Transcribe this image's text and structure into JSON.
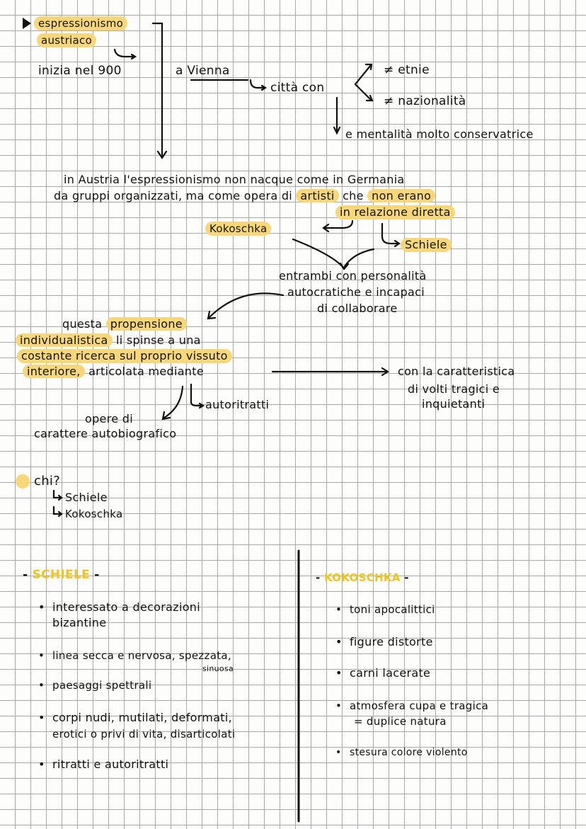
{
  "header": {
    "title_line1": "espressionismo",
    "title_line2": "austriaco"
  },
  "intro": {
    "start": "inizia nel 900",
    "place": "a Vienna",
    "city_with": "città con",
    "branch1": "≠ etnie",
    "branch2": "≠ nazionalità",
    "branch3": "e mentalità molto conservatrice"
  },
  "austria": {
    "line1": "in Austria l'espressionismo non nacque come in Germania",
    "line2_a": "da gruppi organizzati, ma come opera di",
    "line2_hl1": "artisti",
    "line2_b": "che",
    "line2_hl2": "non erano",
    "line3_hl": "in relazione diretta",
    "artist1": "Kokoschka",
    "artist2": "Schiele",
    "both_line1": "entrambi con personalità",
    "both_line2": "autocratiche e incapaci",
    "both_line3": "di collaborare"
  },
  "propensione": {
    "line1_a": "questa",
    "line1_hl": "propensione",
    "line2_hl": "individualistica",
    "line2_b": "li spinse a una",
    "line3_hl": "costante ricerca sul proprio vissuto",
    "line4_hl": "interiore,",
    "line4_b": "articolata mediante",
    "branch_autoritratti": "autoritratti",
    "opere_line1": "opere di",
    "opere_line2": "carattere autobiografico",
    "right_line1": "con la caratteristica",
    "right_line2": "di volti tragici e",
    "right_line3": "inquietanti"
  },
  "chi": {
    "question": "chi?",
    "answer1": "Schiele",
    "answer2": "Kokoschka"
  },
  "schiele": {
    "title": "SCHIELE",
    "items": [
      {
        "line1": "interessato a decorazioni",
        "line2": "bizantine"
      },
      {
        "line1": "linea secca e nervosa, spezzata,",
        "note": "sinuosa"
      },
      {
        "line1": "paesaggi spettrali"
      },
      {
        "line1": "corpi nudi, mutilati, deformati,",
        "line2": "erotici o privi di vita, disarticolati"
      },
      {
        "line1": "ritratti e autoritratti"
      }
    ]
  },
  "kokoschka": {
    "title": "KOKOSCHKA",
    "items": [
      {
        "line1": "toni apocalittici"
      },
      {
        "line1": "figure distorte"
      },
      {
        "line1": "carni lacerate"
      },
      {
        "line1": "atmosfera cupa e tragica",
        "line2": "= duplice natura"
      },
      {
        "line1": "stesura colore violento"
      }
    ]
  },
  "colors": {
    "highlight": "#f7d77a",
    "heading": "#f2c31c",
    "ink": "#111111",
    "grid": "#a9a9a3"
  }
}
